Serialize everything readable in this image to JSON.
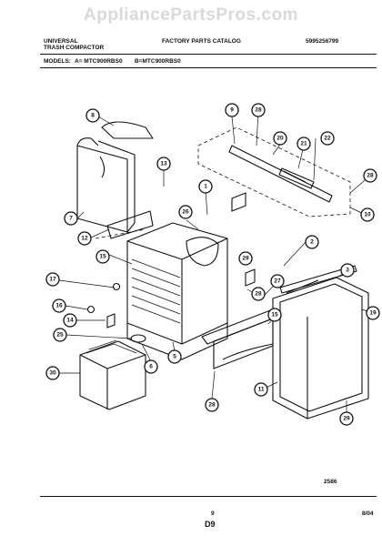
{
  "watermark": "AppliancePartsPros.com",
  "header": {
    "brand_line1": "UNIVERSAL",
    "brand_line2": "TRASH COMPACTOR",
    "catalog": "FACTORY PARTS CATALOG",
    "part_number": "5995256799"
  },
  "models": {
    "label": "MODELS:",
    "model_a": "A= MTC900RBS0",
    "model_b": "B=MTC900RBS0"
  },
  "footer": {
    "figure_code": "2586",
    "page_number": "9",
    "section": "D9",
    "date": "8/04"
  },
  "callouts": [
    "1",
    "2",
    "3",
    "5",
    "6",
    "7",
    "8",
    "9",
    "10",
    "11",
    "12",
    "13",
    "14",
    "15",
    "16",
    "17",
    "19",
    "20",
    "21",
    "22",
    "25",
    "26",
    "27",
    "28",
    "29",
    "30"
  ]
}
